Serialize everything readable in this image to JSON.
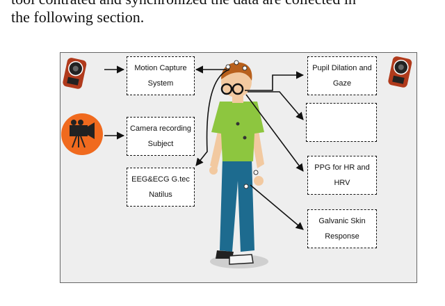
{
  "paragraph": {
    "line1": "tool contrated and synchronized the data are collected in",
    "line2": "the following section."
  },
  "boxes": {
    "motion_capture": [
      "Motion Capture",
      "System"
    ],
    "camera": [
      "Camera recording",
      "Subject"
    ],
    "eeg": [
      "EEG&ECG G.tec",
      "Natilus"
    ],
    "pupil": [
      "Pupil Dilation and",
      "Gaze"
    ],
    "ppg": [
      "PPG for HR and",
      "HRV"
    ],
    "gsr": [
      "Galvanic Skin",
      "Response"
    ]
  },
  "colors": {
    "camera_icon_bg": "#f06a1e",
    "motion_sensor_body": "#b03a1c",
    "shirt": "#8dc63f",
    "pants": "#1d6b8f",
    "hair": "#b8601c"
  }
}
